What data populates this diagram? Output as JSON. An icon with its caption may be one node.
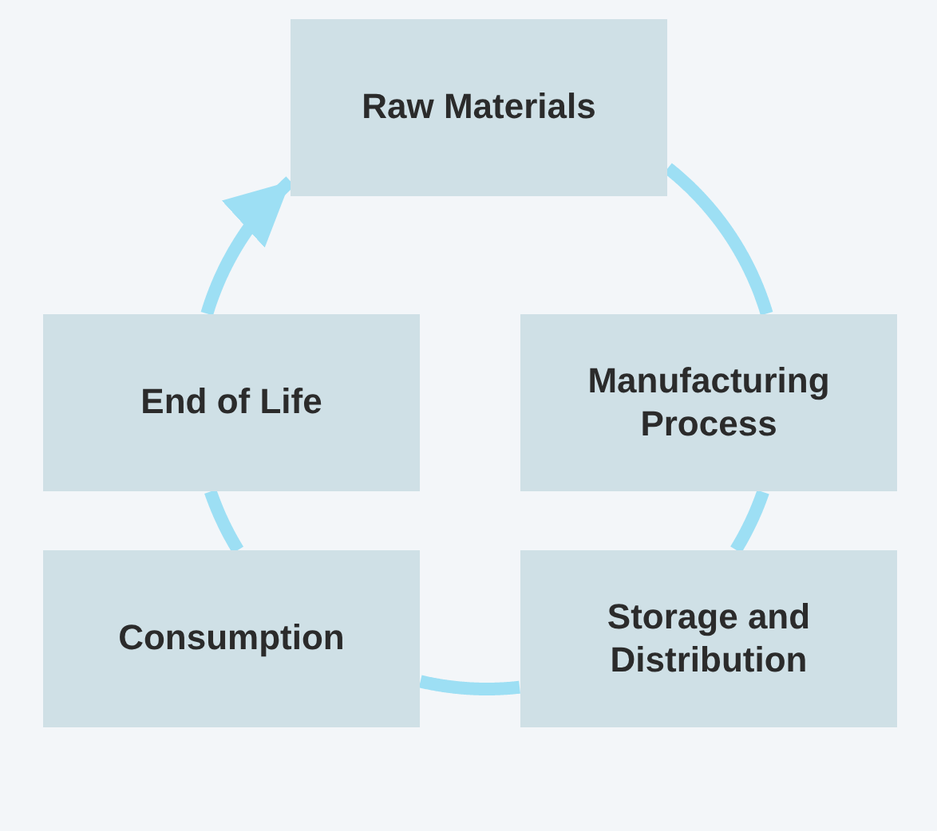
{
  "diagram": {
    "nodes": [
      {
        "text": [
          "Raw Materials"
        ]
      },
      {
        "text": [
          "Manufacturing Process"
        ]
      },
      {
        "text": [
          "Storage and Distribution"
        ]
      },
      {
        "text": [
          "Consumption"
        ]
      },
      {
        "text": [
          "End of Life"
        ]
      }
    ],
    "edges": [
      {
        "from": 0,
        "to": 1,
        "arrow": "none"
      },
      {
        "from": 1,
        "to": 2,
        "arrow": "none"
      },
      {
        "from": 2,
        "to": 3,
        "arrow": "none"
      },
      {
        "from": 3,
        "to": 4,
        "arrow": "none"
      },
      {
        "from": 4,
        "to": 0,
        "arrow": "to"
      }
    ]
  }
}
